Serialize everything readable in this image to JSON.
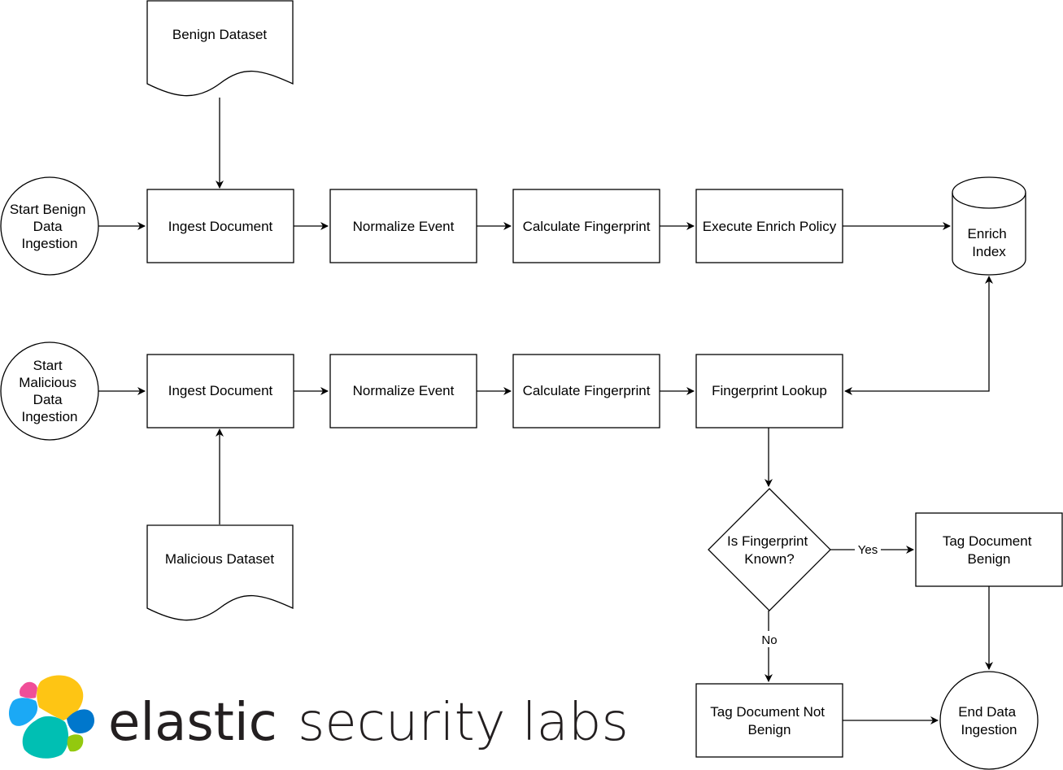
{
  "nodes": {
    "benign_dataset": "Benign Dataset",
    "start_benign": [
      "Start Benign",
      "Data",
      "Ingestion"
    ],
    "ingest_benign": "Ingest Document",
    "normalize_benign": "Normalize Event",
    "fingerprint_benign": "Calculate Fingerprint",
    "enrich_policy": "Execute Enrich Policy",
    "enrich_index": [
      "Enrich",
      "Index"
    ],
    "start_malicious": [
      "Start",
      "Malicious",
      "Data",
      "Ingestion"
    ],
    "ingest_malicious": "Ingest Document",
    "normalize_malicious": "Normalize Event",
    "fingerprint_malicious": "Calculate Fingerprint",
    "fingerprint_lookup": "Fingerprint Lookup",
    "malicious_dataset": "Malicious Dataset",
    "decision": [
      "Is Fingerprint",
      "Known?"
    ],
    "tag_benign": [
      "Tag Document",
      "Benign"
    ],
    "tag_not_benign": [
      "Tag Document Not",
      "Benign"
    ],
    "end": [
      "End Data",
      "Ingestion"
    ]
  },
  "edges": {
    "yes": "Yes",
    "no": "No"
  },
  "logo": {
    "word1": "elastic",
    "word2": "security labs",
    "colors": [
      "#f04e98",
      "#fec514",
      "#1ba9f5",
      "#00bfb3",
      "#0077cc",
      "#93c90e"
    ]
  }
}
